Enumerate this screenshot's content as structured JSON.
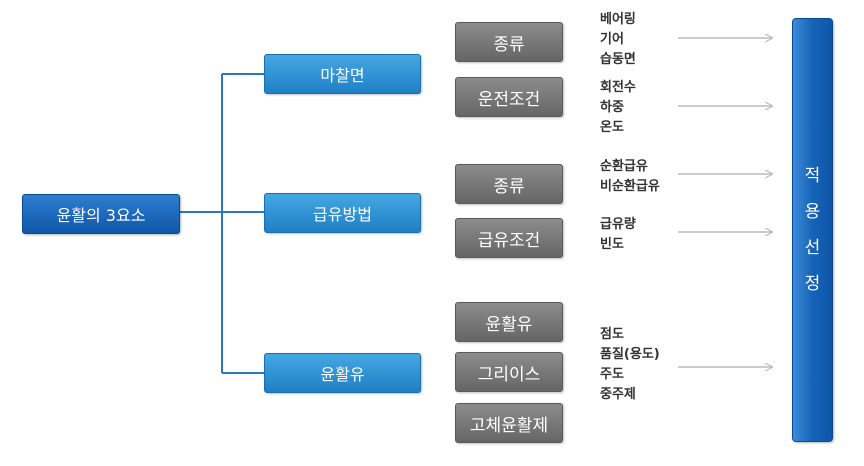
{
  "root": {
    "label": "윤활의 3요소"
  },
  "categories": [
    {
      "label": "마찰면"
    },
    {
      "label": "급유방법"
    },
    {
      "label": "윤활유"
    }
  ],
  "subitems": [
    {
      "label": "종류"
    },
    {
      "label": "운전조건"
    },
    {
      "label": "종류"
    },
    {
      "label": "급유조건"
    },
    {
      "label": "윤활유"
    },
    {
      "label": "그리이스"
    },
    {
      "label": "고체윤활제"
    }
  ],
  "details": [
    {
      "lines": [
        "베어링",
        "기어",
        "습동면"
      ]
    },
    {
      "lines": [
        "회전수",
        "하중",
        "온도"
      ]
    },
    {
      "lines": [
        "순환급유",
        "비순환급유"
      ]
    },
    {
      "lines": [
        "급유량",
        "빈도"
      ]
    },
    {
      "lines": [
        "점도",
        "품질(용도)",
        "주도",
        "중주제"
      ]
    }
  ],
  "target": {
    "chars": [
      "적",
      "용",
      "선",
      "정"
    ]
  },
  "colors": {
    "root": "#0f56a8",
    "category": "#2d8fd4",
    "subitem": "#777777",
    "target": "#1563b8",
    "connector": "#2a7ab8",
    "arrow": "#bbbbbb"
  }
}
